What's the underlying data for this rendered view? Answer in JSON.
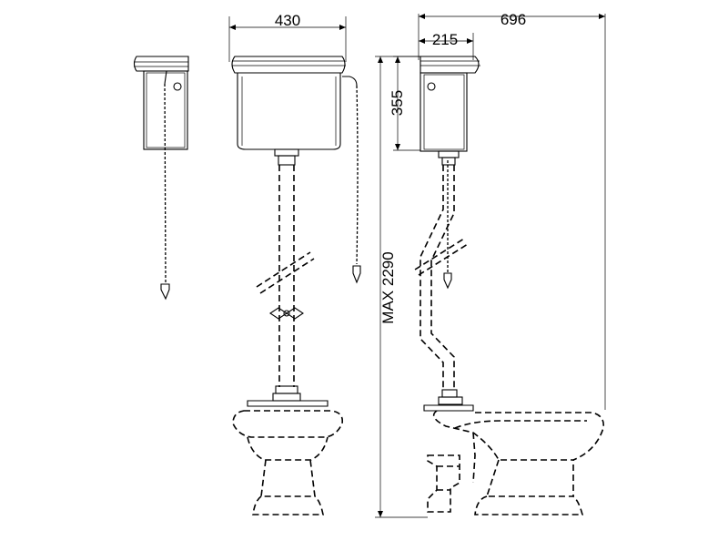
{
  "dimensions": {
    "cistern_width": "430",
    "overall_depth": "696",
    "cistern_depth": "215",
    "cistern_height": "355",
    "max_height": "MAX 2290"
  }
}
